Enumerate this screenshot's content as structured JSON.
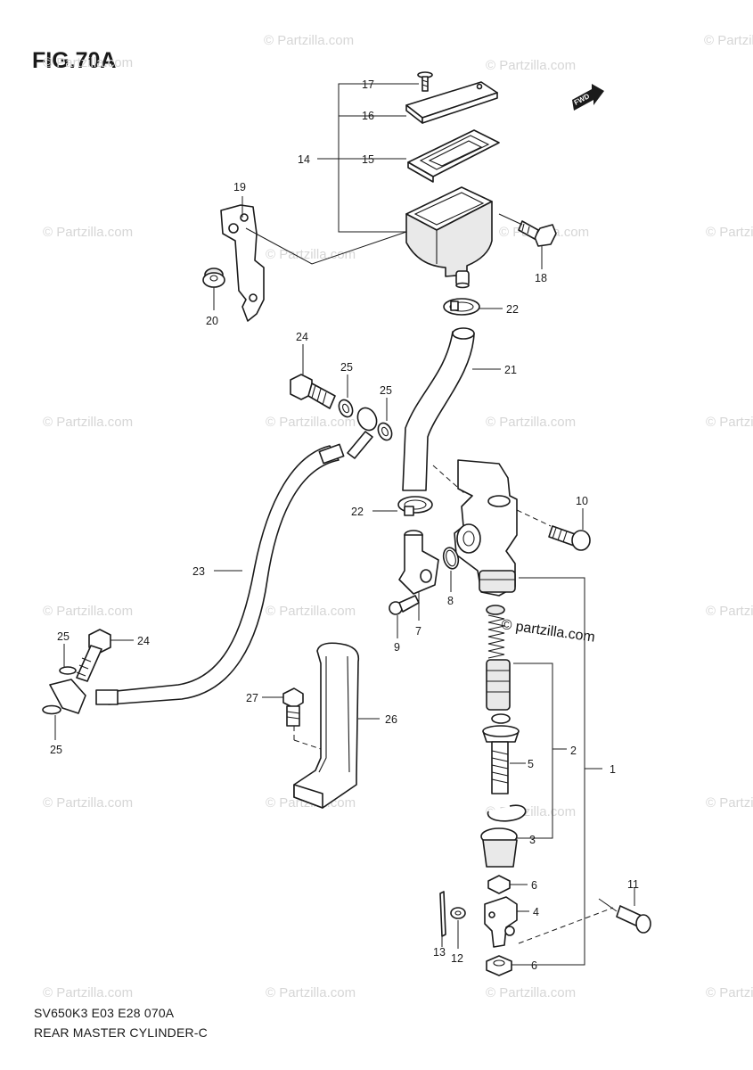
{
  "figure": {
    "title": "FIG.70A"
  },
  "footer": {
    "code": "SV650K3 E03 E28 070A",
    "name": "REAR MASTER CYLINDER-C"
  },
  "direction_badge": "FWD",
  "watermark": {
    "small": "© Partzilla.com",
    "large": "© partzilla.com"
  },
  "callouts": {
    "c1": "1",
    "c2": "2",
    "c3": "3",
    "c4": "4",
    "c5": "5",
    "c6a": "6",
    "c6b": "6",
    "c7": "7",
    "c8": "8",
    "c9": "9",
    "c10": "10",
    "c11": "11",
    "c12": "12",
    "c13": "13",
    "c14": "14",
    "c15": "15",
    "c16": "16",
    "c17": "17",
    "c18": "18",
    "c19": "19",
    "c20": "20",
    "c21": "21",
    "c22a": "22",
    "c22b": "22",
    "c23": "23",
    "c24a": "24",
    "c24b": "24",
    "c25a": "25",
    "c25b": "25",
    "c25c": "25",
    "c25d": "25",
    "c26": "26",
    "c27": "27"
  },
  "colors": {
    "line": "#1a1a1a",
    "watermark": "#d6d6d6",
    "background": "#ffffff"
  }
}
